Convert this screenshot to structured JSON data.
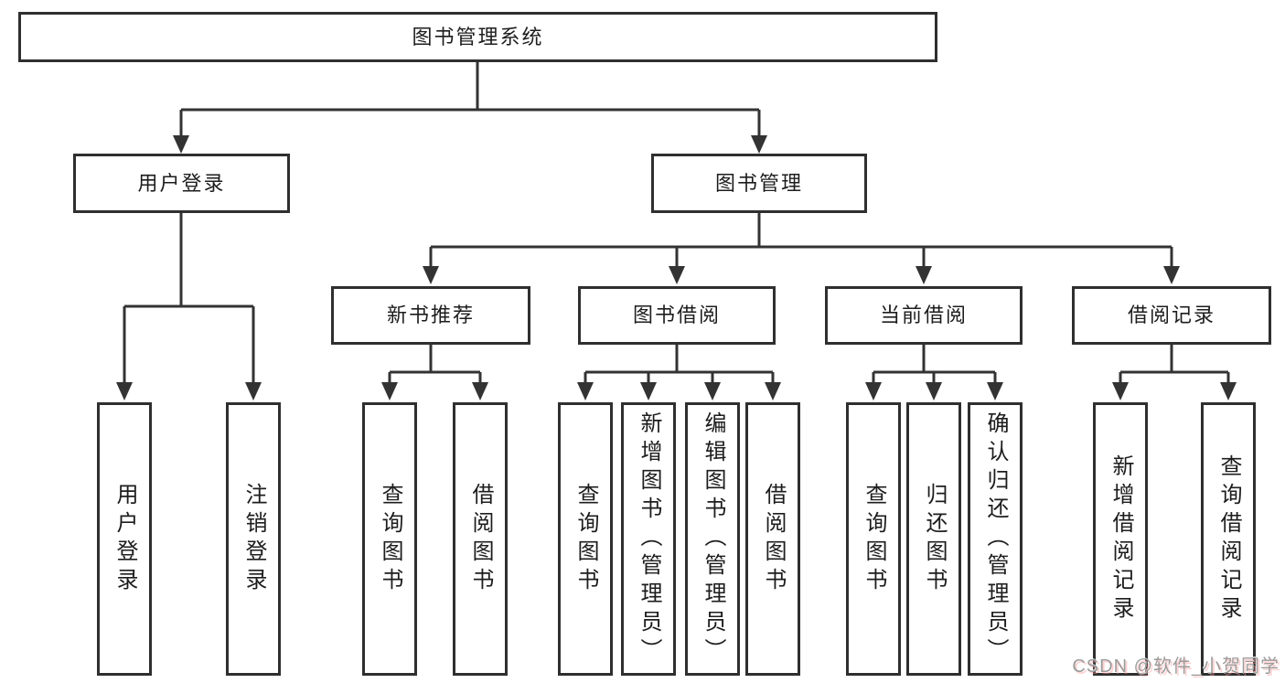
{
  "diagram": {
    "type": "hierarchy-tree",
    "orientation": "top-down"
  },
  "tree": {
    "root": {
      "label": "图书管理系统",
      "children": [
        {
          "label": "用户登录",
          "children": [
            {
              "label": "用户登录"
            },
            {
              "label": "注销登录"
            }
          ]
        },
        {
          "label": "图书管理",
          "children": [
            {
              "label": "新书推荐",
              "children": [
                {
                  "label": "查询图书"
                },
                {
                  "label": "借阅图书"
                }
              ]
            },
            {
              "label": "图书借阅",
              "children": [
                {
                  "label": "查询图书"
                },
                {
                  "label": "新增图书（管理员）"
                },
                {
                  "label": "编辑图书（管理员）"
                },
                {
                  "label": "借阅图书"
                }
              ]
            },
            {
              "label": "当前借阅",
              "children": [
                {
                  "label": "查询图书"
                },
                {
                  "label": "归还图书"
                },
                {
                  "label": "确认归还（管理员）"
                }
              ]
            },
            {
              "label": "借阅记录",
              "children": [
                {
                  "label": "新增借阅记录"
                },
                {
                  "label": "查询借阅记录"
                }
              ]
            }
          ]
        }
      ]
    }
  },
  "watermark": {
    "text": "CSDN @软件_小贺同学"
  },
  "colors": {
    "background": "#ffffff",
    "line": "#333333",
    "box_border": "#2f2f2f",
    "text": "#1d1d1d",
    "watermark_text": "#9b9b9b",
    "watermark_shadow": "#ff9696"
  }
}
